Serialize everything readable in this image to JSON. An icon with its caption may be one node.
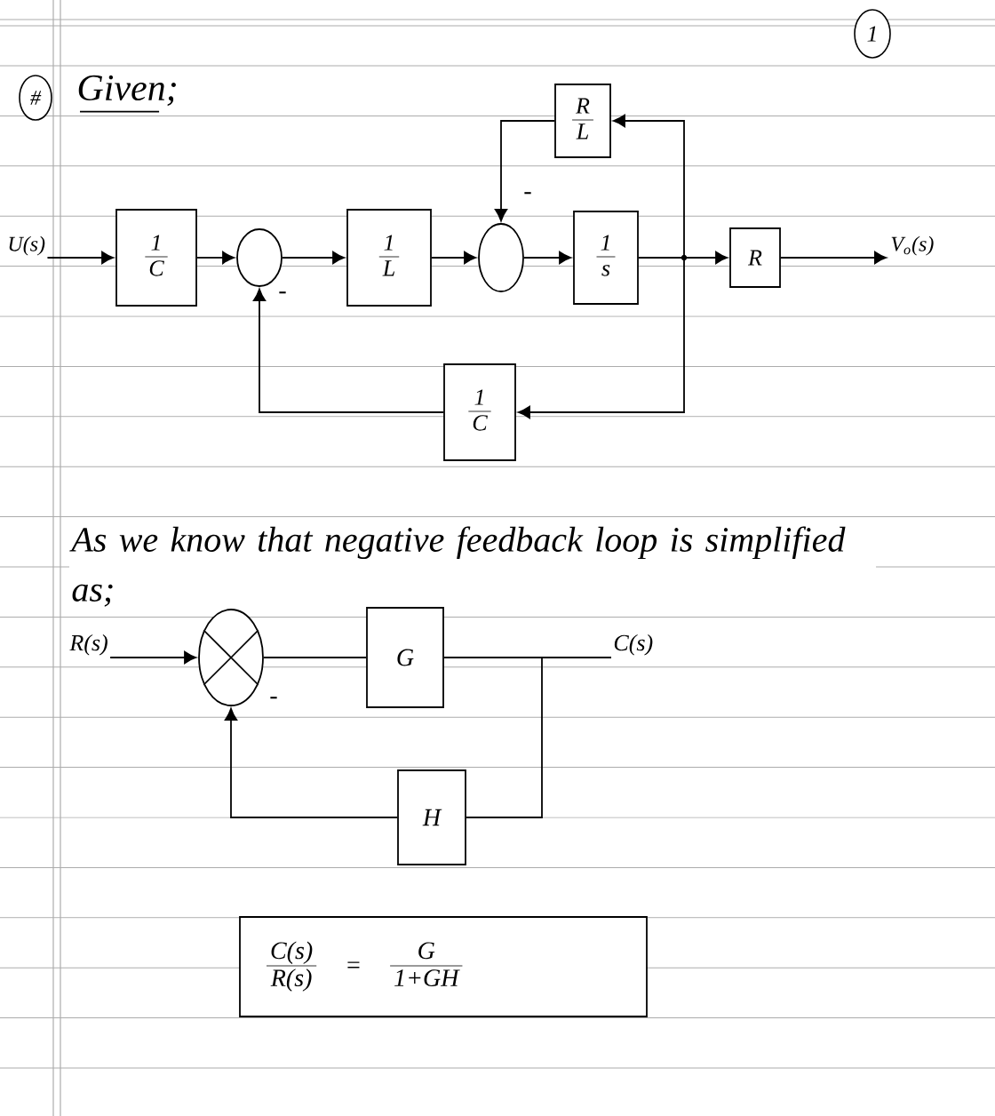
{
  "diagram": {
    "title": "Given;",
    "nodes": [
      {
        "text": [
          "1"
        ]
      },
      {
        "text": [
          "#"
        ]
      },
      {
        "text": [
          "U(s)"
        ]
      },
      {
        "text": [
          "1",
          "C"
        ]
      },
      {
        "text": [],
        "shape": "circle",
        "beside": [
          "-"
        ]
      },
      {
        "text": [
          "1",
          "L"
        ]
      },
      {
        "text": [],
        "shape": "circle",
        "beside": [
          "-"
        ]
      },
      {
        "text": [
          "1",
          "s"
        ]
      },
      {
        "text": [
          "R",
          "L"
        ]
      },
      {
        "text": [
          "R"
        ]
      },
      {
        "text": [
          "V$_{o}$(s)"
        ]
      },
      {
        "text": [
          "1",
          "C"
        ]
      },
      {
        "text": [
          "R(s)"
        ]
      },
      {
        "text": [],
        "shape": "circle",
        "beside": [
          "-"
        ]
      },
      {
        "text": [
          "G"
        ]
      },
      {
        "text": [
          "C(s)"
        ]
      },
      {
        "text": [
          "H"
        ]
      },
      {
        "text": [
          "C(s)",
          "R(s)",
          "=",
          "G",
          "1+GH"
        ]
      }
    ],
    "edges": [
      {
        "from": 2,
        "to": 3,
        "arrow": "to"
      },
      {
        "from": 3,
        "to": 4,
        "arrow": "to"
      },
      {
        "from": 4,
        "to": 5,
        "arrow": "to"
      },
      {
        "from": 5,
        "to": 6,
        "arrow": "to"
      },
      {
        "from": 6,
        "to": 7,
        "arrow": "to"
      },
      {
        "from": 7,
        "to": 9,
        "arrow": "to"
      },
      {
        "from": 9,
        "to": 10,
        "arrow": "to"
      },
      {
        "from": 7,
        "to": 8,
        "arrow": "to"
      },
      {
        "from": 8,
        "to": 6,
        "arrow": "to"
      },
      {
        "from": 7,
        "to": 11,
        "arrow": "to"
      },
      {
        "from": 11,
        "to": 4,
        "arrow": "to"
      },
      {
        "from": 12,
        "to": 13,
        "arrow": "to"
      },
      {
        "from": 13,
        "to": 14,
        "arrow": "none"
      },
      {
        "from": 14,
        "to": 15,
        "arrow": "none"
      },
      {
        "from": 14,
        "to": 16,
        "arrow": "none"
      },
      {
        "from": 16,
        "to": 13,
        "arrow": "to"
      }
    ],
    "labels": [
      "As we know that negative feedback loop is simplified as;"
    ]
  }
}
